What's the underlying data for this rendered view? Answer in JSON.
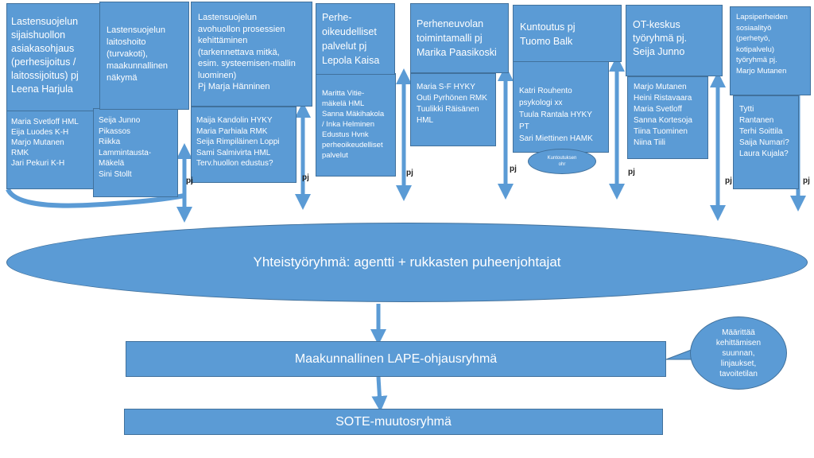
{
  "groups": [
    {
      "title": "Lastensuojelun\nsijaishuollon\nasiakasohjaus\n(perhesijoitus /\nlaitossijoitus) pj\nLeena Harjula",
      "members": "Maria Svetloff HML\nEija Luodes K-H\nMarjo Mutanen\nRMK\nJari Pekuri K-H"
    },
    {
      "title": "Lastensuojelun\nlaitoshoito\n(turvakoti),\nmaakunnallinen\nnäkymä",
      "members": "Seija Junno\nPikassos\nRiikka\nLammintausta-\nMäkelä\nSini Stollt"
    },
    {
      "title": "Lastensuojelun\navohuollon prosessien\nkehittäminen\n(tarkennettava mitkä,\nesim. systeemisen-mallin\nluominen)\nPj Marja Hänninen",
      "members": "Maija Kandolin  HYKY\nMaria Parhiala RMK\nSeija Rimpiläinen Loppi\nSami Salmivirta HML\nTerv.huollon edustus?"
    },
    {
      "title": "Perhe-\noikeudelliset\npalvelut pj\nLepola Kaisa",
      "members": "Maritta Vitie-\nmäkelä HML\nSanna Mäkihakola\n/ Inka Helminen\nEdustus Hvnk\nperheoikeudelliset\npalvelut"
    },
    {
      "title": "Perheneuvolan\ntoimintamalli pj\nMarika Paasikoski",
      "members": "Maria S-F HYKY\nOuti Pyrhönen RMK\nTuulikki Räisänen\nHML"
    },
    {
      "title": "Kuntoutus  pj\nTuomo Balk",
      "members": "Katri Rouhento\npsykologi xx\nTuula Rantala HYKY PT\nSari Miettinen HAMK"
    },
    {
      "title": "OT-keskus\ntyöryhmä pj.\nSeija Junno",
      "members": "Marjo Mutanen\nHeini Ristavaara\nMaria Svetloff\nSanna Kortesoja\nTiina  Tuominen\nNiina Tiili"
    },
    {
      "title": "Lapsiperheiden\nsosiaalityö\n(perhetyö,\nkotipalvelu)\ntyöryhmä pj.\nMarjo Mutanen",
      "members": "Tytti\nRantanen\nTerhi Soittila\nSaija Numari?\nLaura Kujala?"
    }
  ],
  "pj_label": "pj",
  "kuntoutus_note": "Kuntoutuksen\nohr",
  "yhteistyoryhma": "Yhteistyöryhmä: agentti + rukkasten puheenjohtajat",
  "ohjausryhma": "Maakunnallinen LAPE-ohjausryhmä",
  "callout": "Määrittää\nkehittämisen\nsuunnan,\nlinjaukset,\ntavoitetilan",
  "muutosryhma": "SOTE-muutosryhmä",
  "colors": {
    "box_fill": "#5b9bd5",
    "box_border": "#41719c",
    "arrow": "#5b9bd5"
  }
}
